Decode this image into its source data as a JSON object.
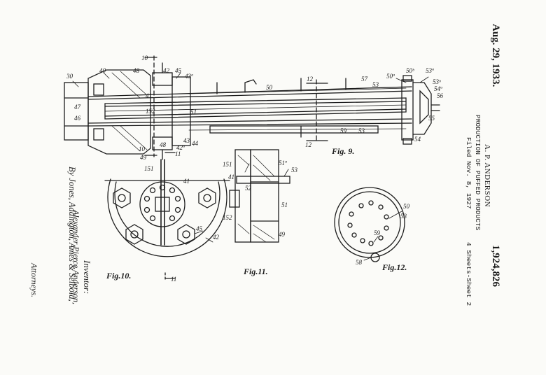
{
  "header": {
    "date": "Aug. 29, 1933.",
    "inventor_line": "A. P. ANDERSON",
    "title": "PRODUCTION OF PUFFED PRODUCTS",
    "filed": "Filed Nov. 8, 1927",
    "sheets": "4 Sheets-Sheet 2",
    "patent_number": "1,924,826"
  },
  "signatures": {
    "inventor_label": "Inventor:",
    "inventor_name": "Alexander Pierce Anderson,",
    "attorneys_by": "By Jones, Addington, Ames & Seibold,",
    "attorneys_label": "Attorneys."
  },
  "figures": {
    "fig9": "Fig. 9.",
    "fig10": "Fig.10.",
    "fig11": "Fig.11.",
    "fig12": "Fig.12."
  },
  "refs": {
    "r30": "30",
    "r40": "40",
    "r48": "48",
    "r42": "42",
    "r45": "45",
    "r43a": "43ª",
    "r47": "47",
    "r46": "46",
    "r41": "41",
    "r152": "152",
    "r51": "51",
    "r50": "50",
    "r12": "12",
    "r57": "57",
    "r53": "53",
    "r50a": "50ª",
    "r50b": "50ᵇ",
    "r53a": "53ª",
    "r53b": "53ᵇ",
    "r54a": "54ª",
    "r56": "56",
    "r55": "55",
    "r54": "54",
    "r59": "59",
    "r58": "58",
    "r49": "49",
    "r10": "10",
    "r42a": "42ª",
    "r43": "43",
    "r44": "44",
    "r11": "11",
    "r151": "151",
    "r51a": "51ª",
    "r52": "52"
  }
}
